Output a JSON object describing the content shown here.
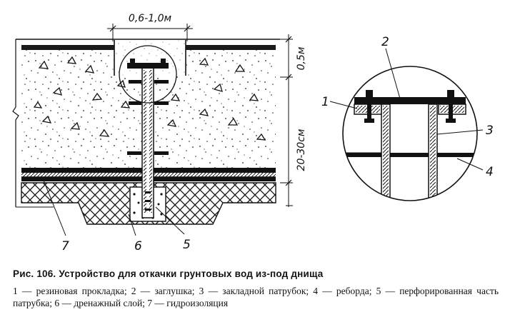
{
  "diagram": {
    "dimension_width": "0,6-1,0м",
    "dimension_top": "0,5м",
    "dimension_side": "20-30см",
    "callouts_main": [
      "7",
      "6",
      "5"
    ],
    "callouts_detail": [
      "1",
      "2",
      "3",
      "4"
    ]
  },
  "caption": {
    "title": "Рис. 106. Устройство для откачки грунтовых вод из-под днища",
    "legend": "1 — резиновая прокладка; 2 — заглушка; 3 — закладной патрубок; 4 — реборда; 5 — перфорированная часть патрубка; 6 — дренажный слой; 7 — гидроизоляция"
  }
}
